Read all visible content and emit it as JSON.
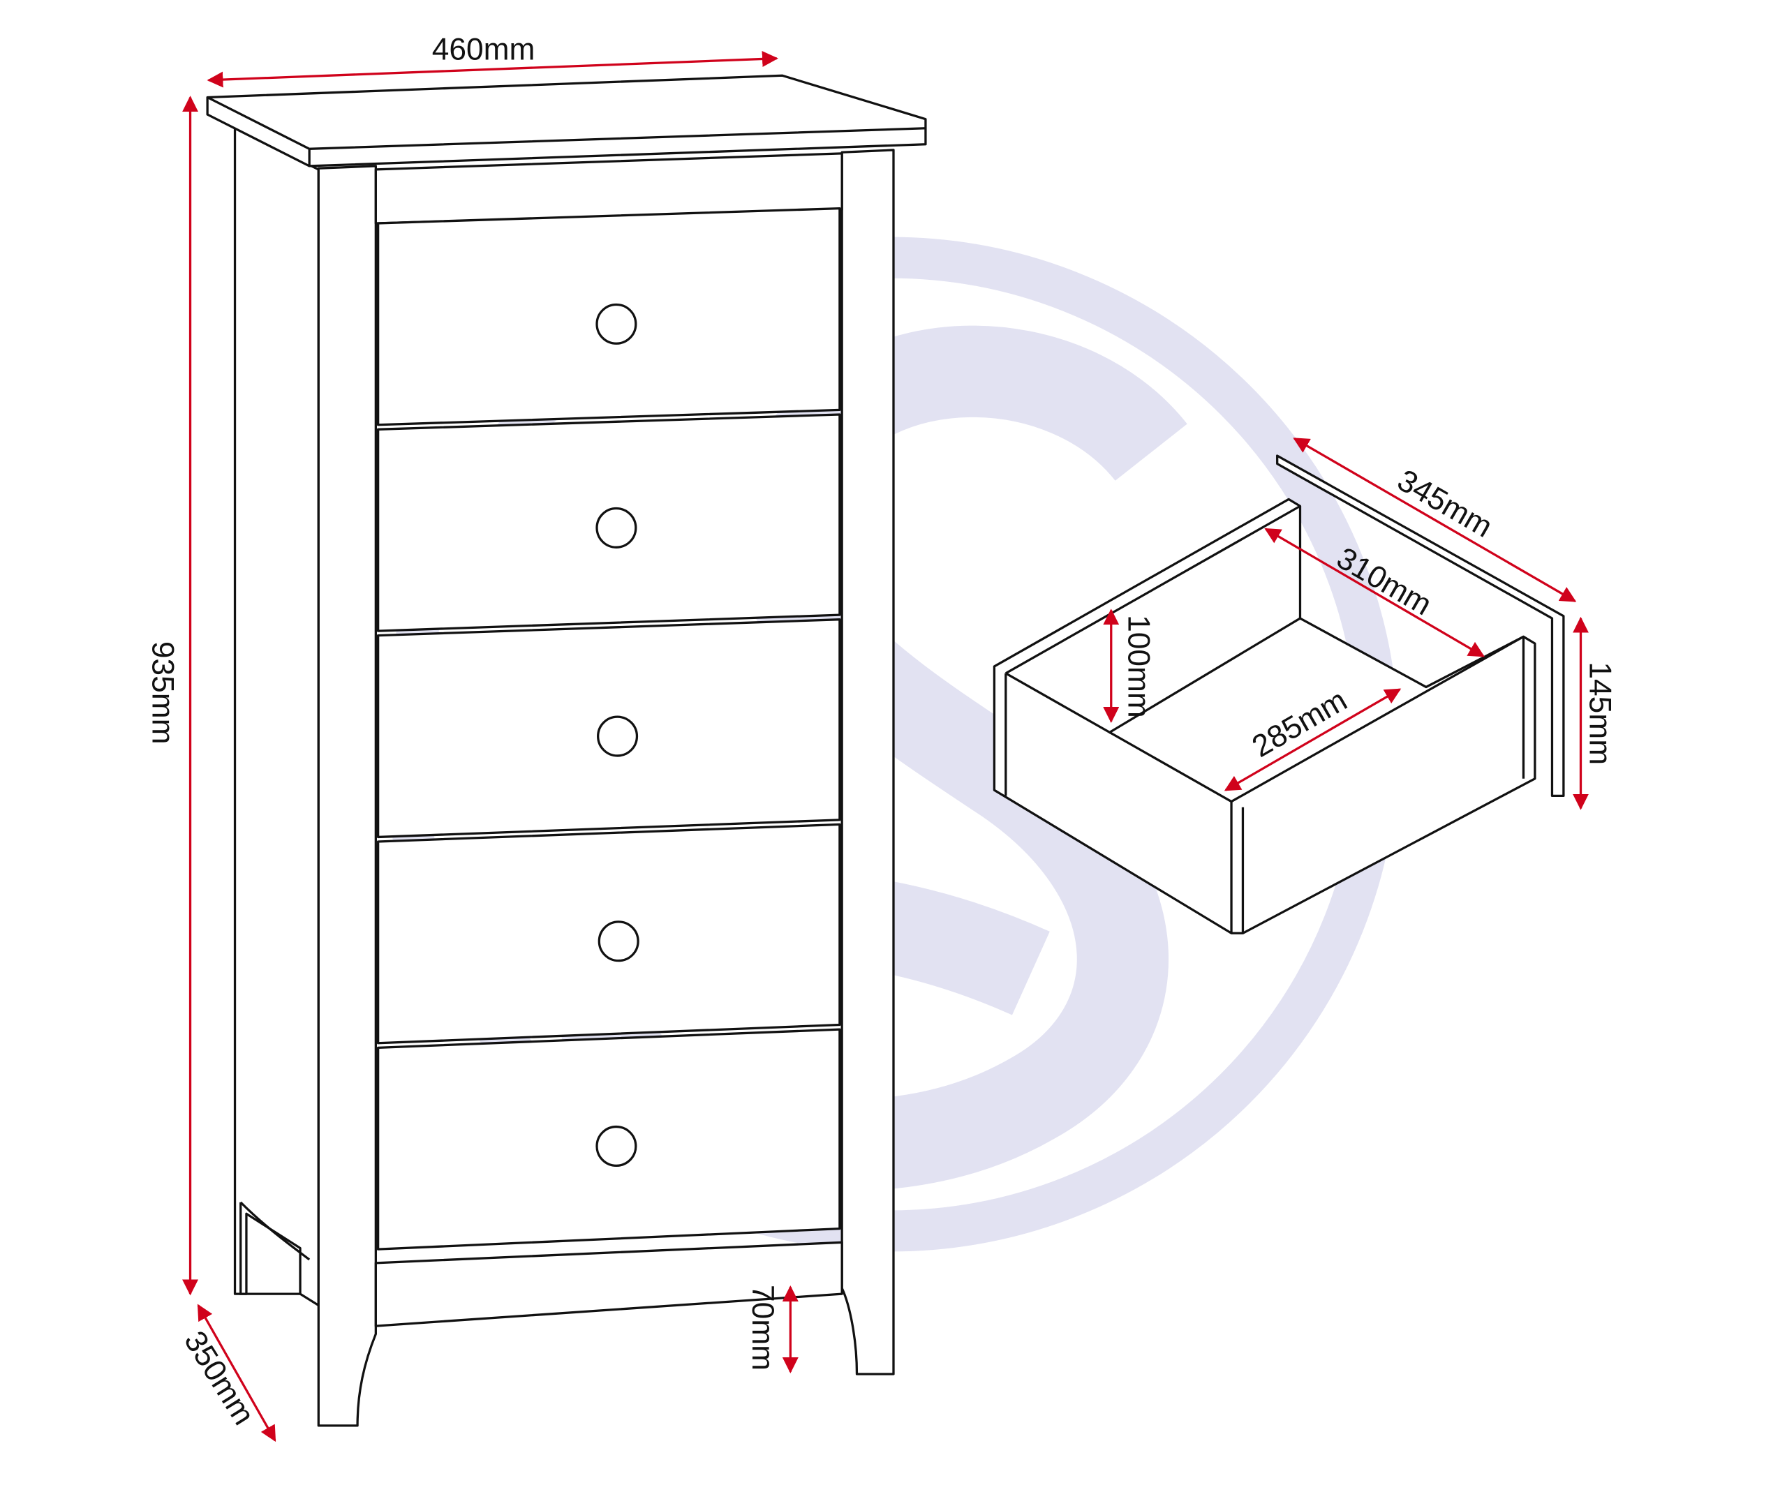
{
  "diagram": {
    "title": "Five drawer narrow chest dimensions",
    "watermark": "S",
    "colors": {
      "dimension": "#d0021b",
      "line": "#111111",
      "watermark": "#e2e2f2"
    },
    "drawer_count": 5,
    "dimensions": {
      "width": "460mm",
      "height": "935mm",
      "depth": "350mm",
      "leg_height": "70mm",
      "drawer_outer_depth": "345mm",
      "drawer_inner_depth": "310mm",
      "drawer_inner_height": "100mm",
      "drawer_inner_width": "285mm",
      "drawer_outer_height": "145mm"
    }
  }
}
